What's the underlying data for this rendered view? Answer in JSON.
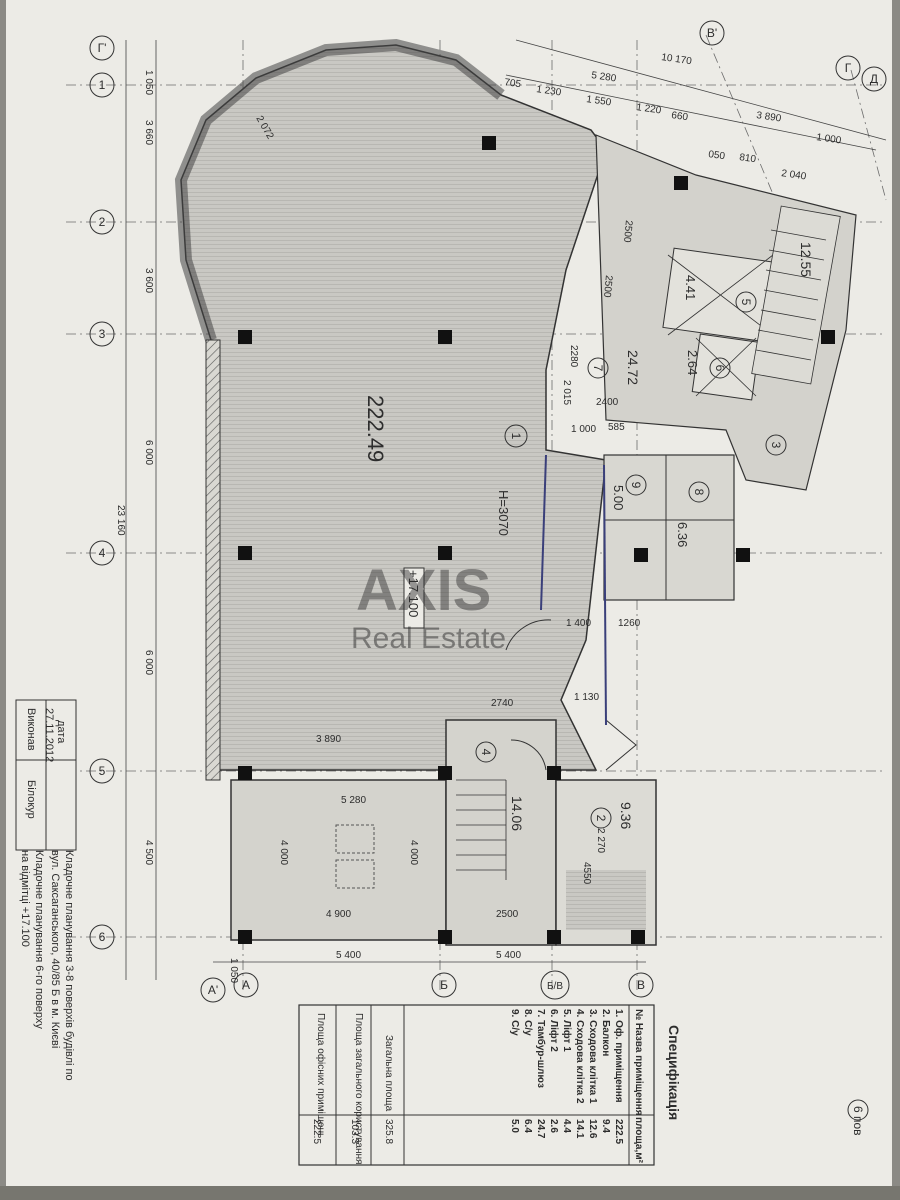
{
  "sheet": {
    "page_tag": "6 пов",
    "watermark_top": "AXIS",
    "watermark_bottom": "Real Estate"
  },
  "axes": {
    "rows": [
      "Г'",
      "1",
      "2",
      "3",
      "4",
      "5",
      "6"
    ],
    "cols": [
      "A'",
      "A",
      "Б",
      "Б/В",
      "В",
      "В'",
      "Г",
      "Д"
    ]
  },
  "dims": {
    "left": [
      "1 050",
      "3 660",
      "3 600",
      "6 000",
      "23 160",
      "6 000",
      "4 500"
    ],
    "top": [
      "10 170",
      "5 280",
      "705",
      "1 230",
      "1 550",
      "1 220",
      "660",
      "3 890",
      "1 000"
    ],
    "bottom": [
      "1 050",
      "5 400",
      "5 400"
    ],
    "misc": [
      "2500",
      "2500",
      "2280",
      "2400",
      "1 000",
      "585",
      "2 270",
      "4550",
      "2740",
      "3 890",
      "5 280",
      "4 000",
      "4 000",
      "4 900",
      "2500",
      "1 400",
      "1260",
      "1 130",
      "2 015",
      "2 040",
      "810",
      "050",
      "2 072"
    ]
  },
  "rooms": [
    {
      "num": "1",
      "area": "222.49",
      "height": "H=3070"
    },
    {
      "num": "2",
      "area": "9.36"
    },
    {
      "num": "3",
      "area": "12.55"
    },
    {
      "num": "4",
      "area": "14.06"
    },
    {
      "num": "5",
      "area": "4.41"
    },
    {
      "num": "6",
      "area": "2.64"
    },
    {
      "num": "7",
      "area": "24.72"
    },
    {
      "num": "8",
      "area": "6.36"
    },
    {
      "num": "9",
      "area": "5.00"
    }
  ],
  "level_mark": "+17.100",
  "spec": {
    "title": "Специфікація",
    "col_name": "№ Назва приміщення",
    "col_area": "площа,м²",
    "rows": [
      {
        "name": "1. Оф. приміщення",
        "area": "222.5"
      },
      {
        "name": "2. Балкон",
        "area": "9.4"
      },
      {
        "name": "3. Сходова клітка 1",
        "area": "12.6"
      },
      {
        "name": "4. Сходова клітка 2",
        "area": "14.1"
      },
      {
        "name": "5. Ліфт 1",
        "area": "4.4"
      },
      {
        "name": "6. Ліфт 2",
        "area": "2.6"
      },
      {
        "name": "7. Тамбур-шлюз",
        "area": "24.7"
      },
      {
        "name": "8. С/у",
        "area": "6.4"
      },
      {
        "name": "9. С/у",
        "area": "5.0"
      }
    ],
    "totals": [
      {
        "label": "Загальна площа",
        "value": "325.8"
      },
      {
        "label": "Площа загального користування",
        "value": "103.3"
      },
      {
        "label": "Площа офісних приміщень",
        "value": "222.5"
      }
    ]
  },
  "titleblock": {
    "date_label": "дата",
    "date_value": "27.11.2012",
    "done_label": "Виконав",
    "done_value": "Білокур",
    "desc1": "Кладочне планування 3-8 поверхів будівлі по",
    "desc2": "вул. Саксаганського, 40/85 Б в м. Києві",
    "desc3": "Кладочне планування 6-го поверху",
    "desc4": "на відмітці +17.100"
  }
}
